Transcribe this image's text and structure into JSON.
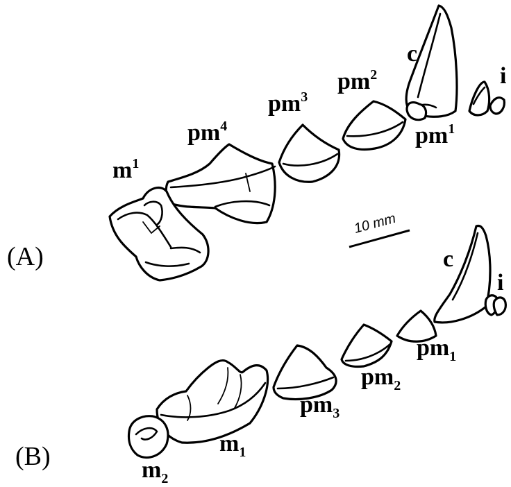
{
  "panels": {
    "a": "(A)",
    "b": "(B)"
  },
  "upper": {
    "c": {
      "base": "c",
      "sup": ""
    },
    "i": {
      "base": "i",
      "sup": ""
    },
    "pm1": {
      "base": "pm",
      "sup": "1"
    },
    "pm2": {
      "base": "pm",
      "sup": "2"
    },
    "pm3": {
      "base": "pm",
      "sup": "3"
    },
    "pm4": {
      "base": "pm",
      "sup": "4"
    },
    "m1": {
      "base": "m",
      "sup": "1"
    }
  },
  "lower": {
    "c": {
      "base": "c",
      "sub": ""
    },
    "i": {
      "base": "i",
      "sub": ""
    },
    "pm1": {
      "base": "pm",
      "sub": "1"
    },
    "pm2": {
      "base": "pm",
      "sub": "2"
    },
    "pm3": {
      "base": "pm",
      "sub": "3"
    },
    "m1": {
      "base": "m",
      "sub": "1"
    },
    "m2": {
      "base": "m",
      "sub": "2"
    }
  },
  "scale_bar": {
    "label": "10 mm"
  }
}
